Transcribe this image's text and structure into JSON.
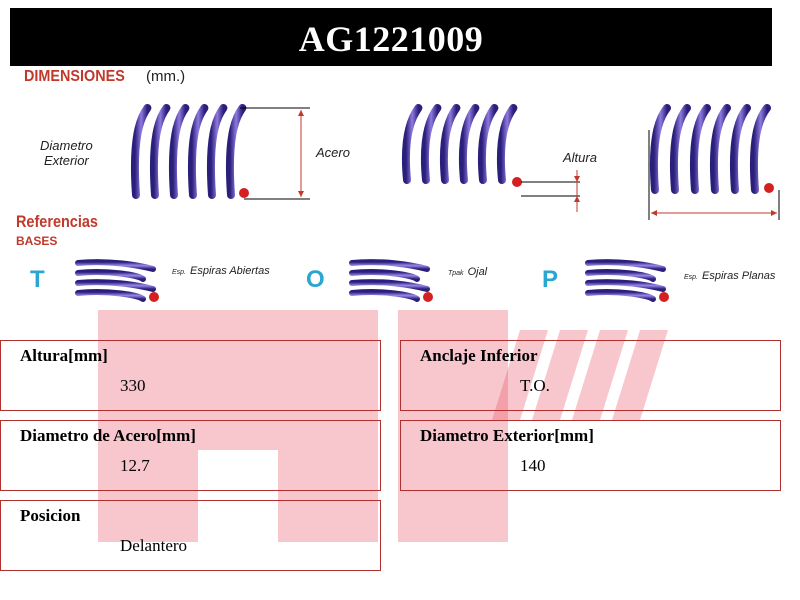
{
  "title": "AG1221009",
  "dimensions": {
    "title": "DIMENSIONES",
    "unit": "(mm.)"
  },
  "diagram_labels": {
    "diametro_exterior": "Diametro\nExterior",
    "acero": "Acero",
    "altura": "Altura"
  },
  "references": {
    "title": "Referencias",
    "subtitle": "BASES",
    "items": [
      {
        "letter": "T",
        "prefix": "Esp.",
        "label": "Espiras Abiertas"
      },
      {
        "letter": "O",
        "prefix": "Tpak",
        "label": "Ojal"
      },
      {
        "letter": "P",
        "prefix": "Esp.",
        "label": "Espiras Planas"
      }
    ]
  },
  "specs": [
    {
      "label": "Altura[mm]",
      "value": "330"
    },
    {
      "label": "Anclaje Inferior",
      "value": "T.O."
    },
    {
      "label": "Diametro de Acero[mm]",
      "value": "12.7"
    },
    {
      "label": "Diametro Exterior[mm]",
      "value": "140"
    },
    {
      "label": "Posicion",
      "value": "Delantero"
    }
  ],
  "colors": {
    "accent": "#c0392b",
    "spring": "#3a2f8f",
    "coil_end": "#d42020",
    "letter": "#2aa6d4"
  }
}
